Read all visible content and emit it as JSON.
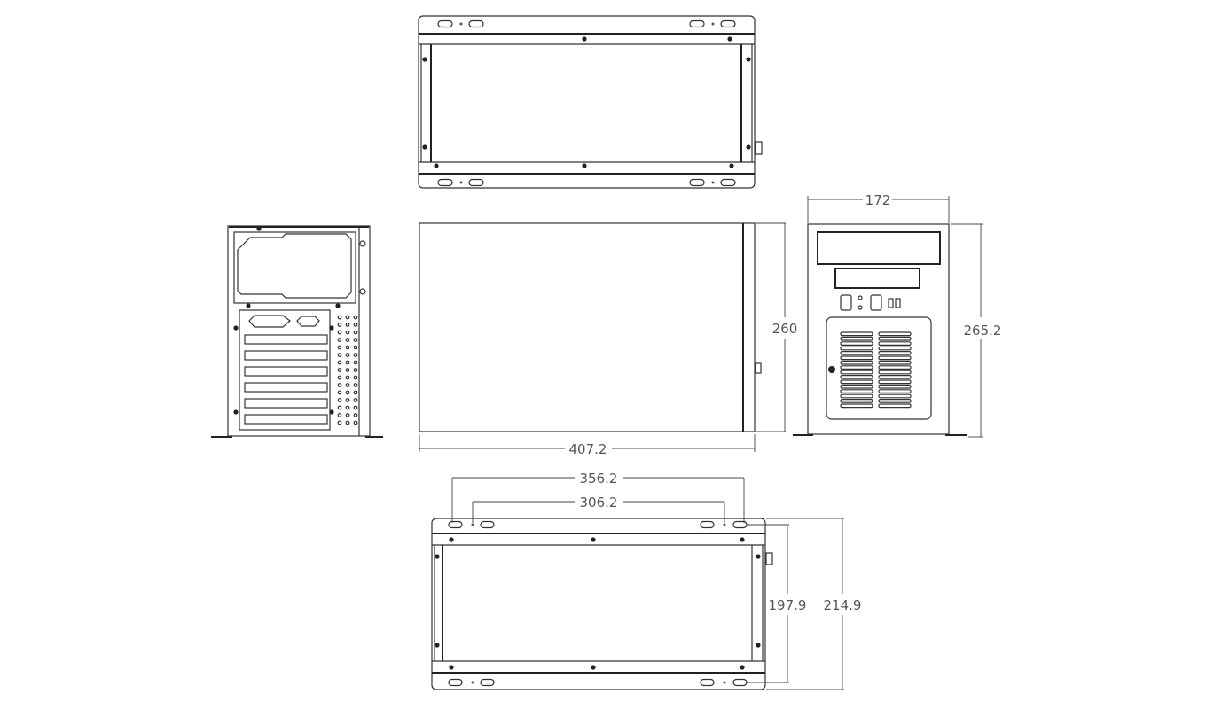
{
  "dimensions": {
    "front_width": "172",
    "side_height": "260",
    "front_height": "265.2",
    "side_length": "407.2",
    "mount_outer_spacing": "356.2",
    "mount_inner_spacing": "306.2",
    "mount_depth_inner": "197.9",
    "mount_depth_outer": "214.9"
  },
  "colors": {
    "line": "#333333",
    "dimension_text": "#555555"
  }
}
